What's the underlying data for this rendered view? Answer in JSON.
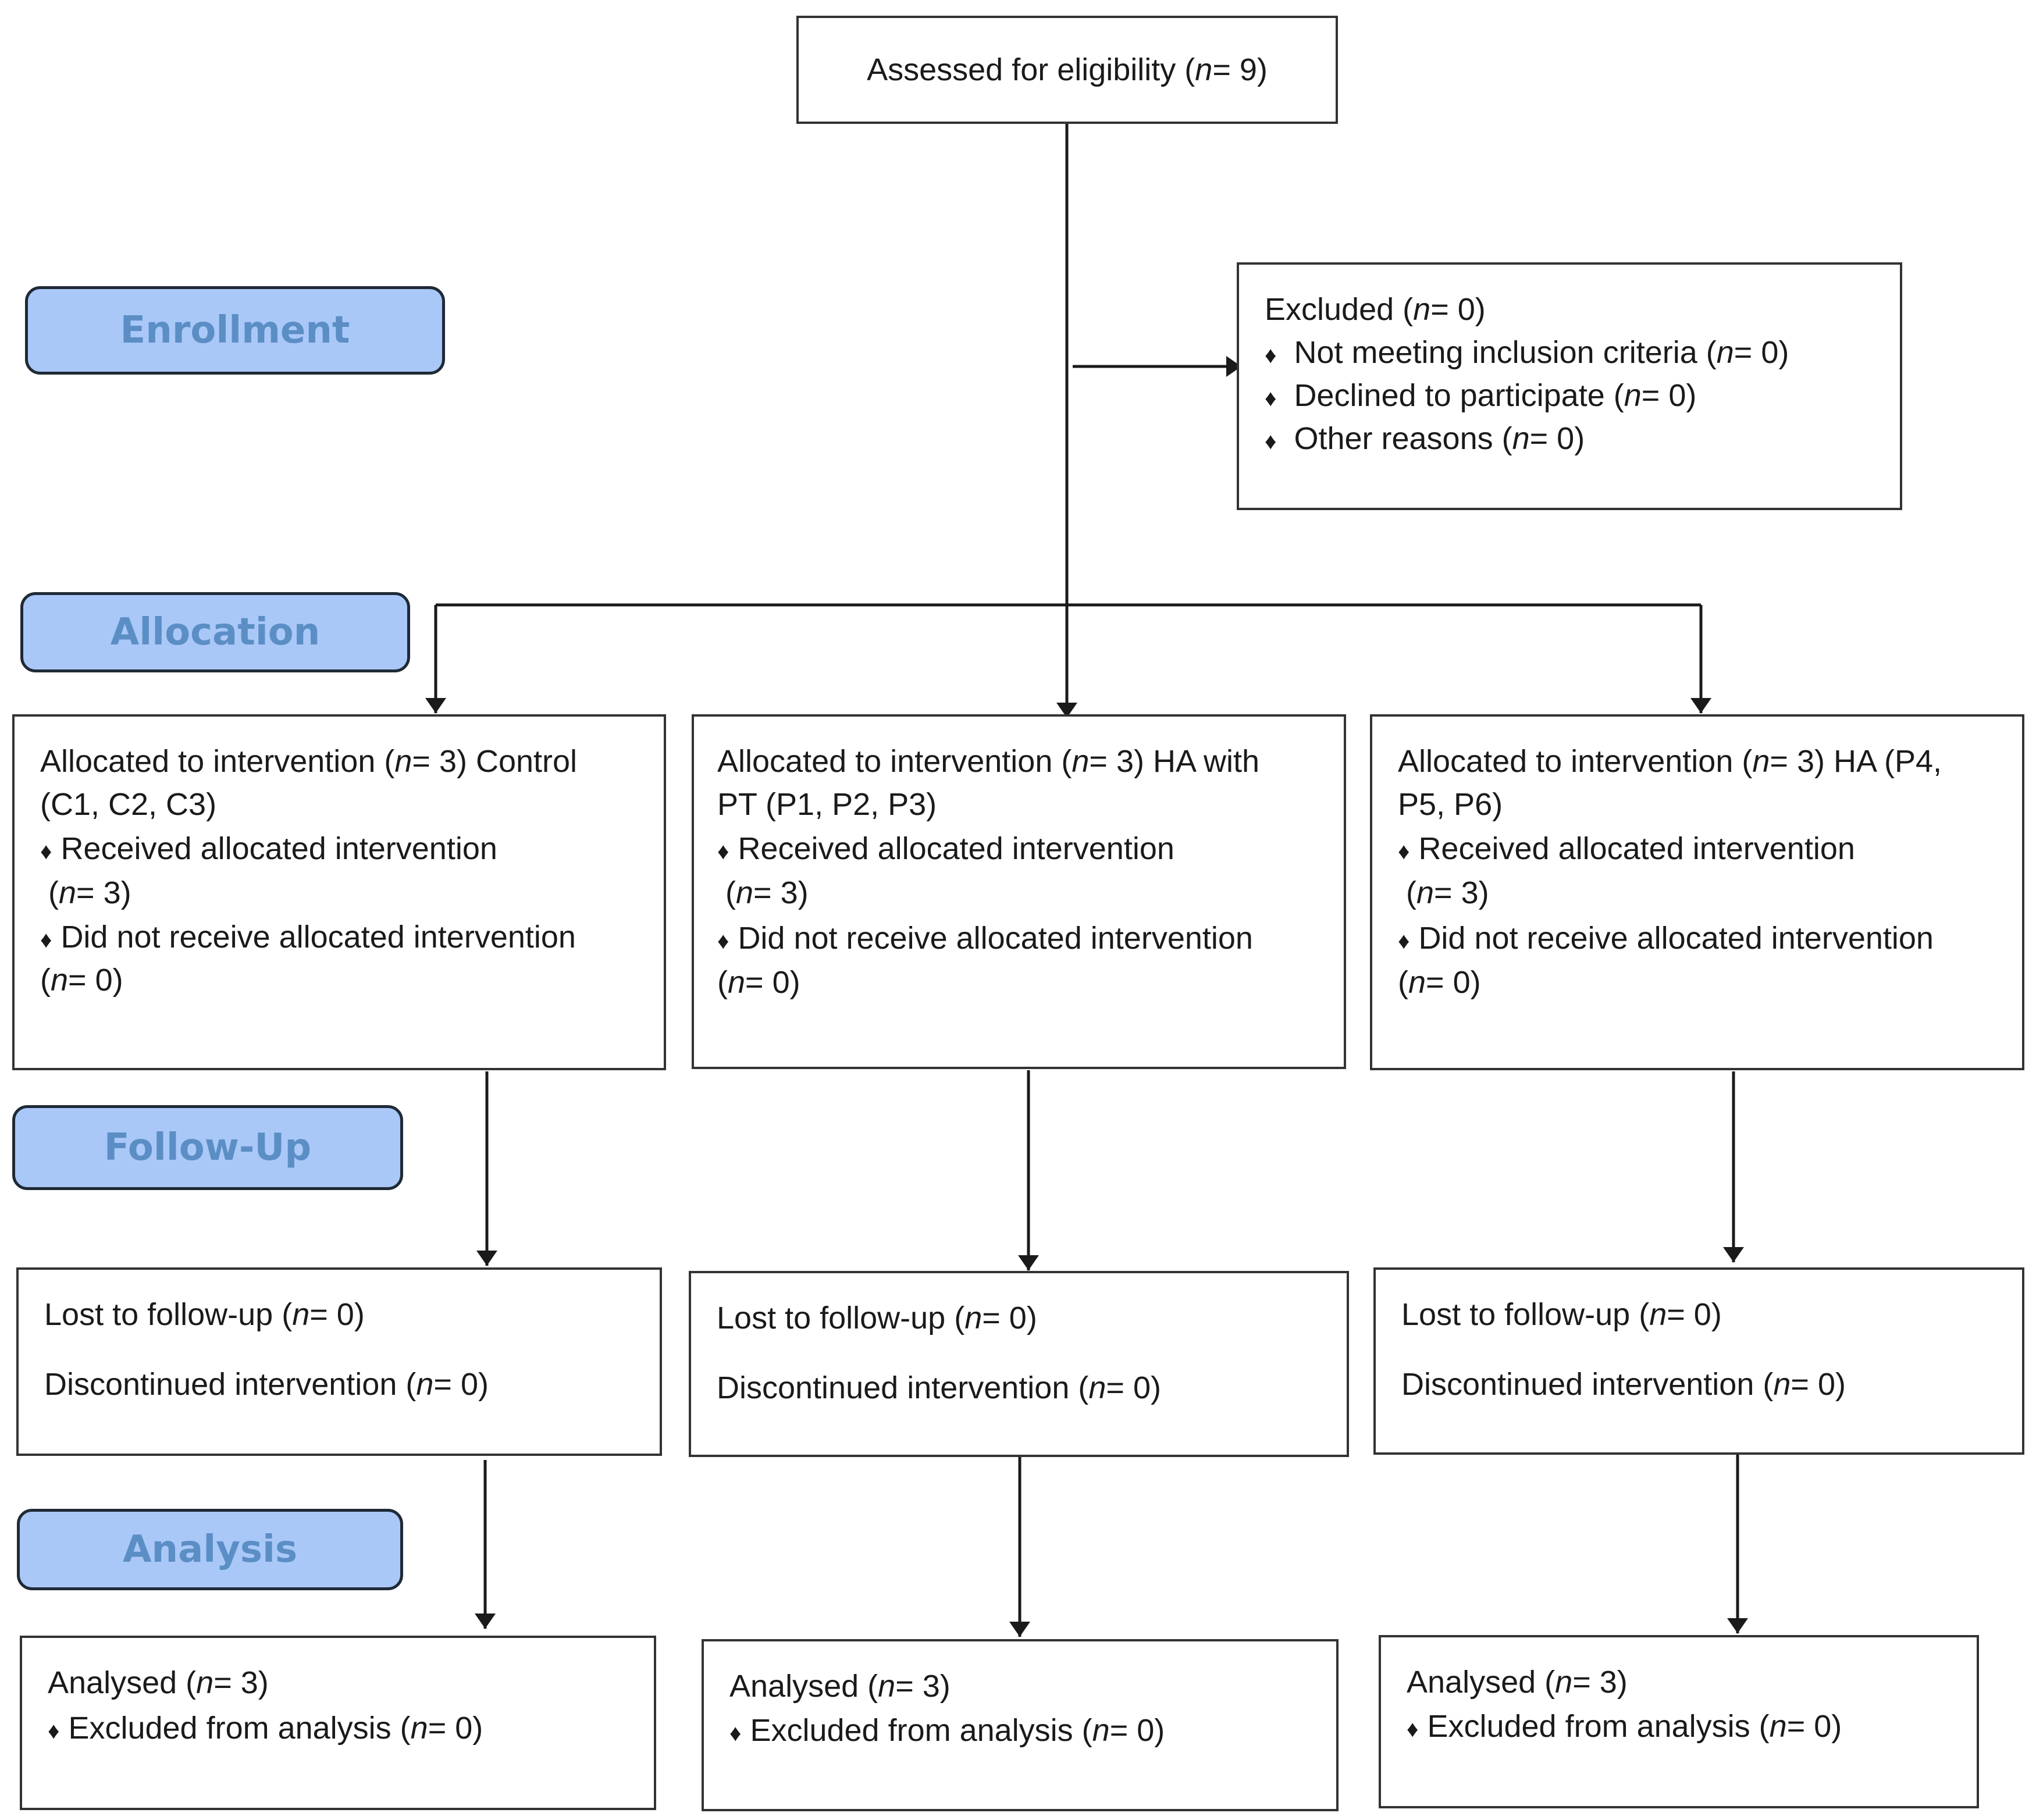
{
  "colors": {
    "phase_fill": "#a9c8f8",
    "phase_text": "#5b8ec4",
    "phase_border": "#1f2a36",
    "line": "#1a1a1a"
  },
  "icons": {
    "bullet": "diamond-bullet-icon",
    "arrow": "arrowhead-icon"
  },
  "phases": {
    "enrollment": "Enrollment",
    "allocation": "Allocation",
    "followup": "Follow-Up",
    "analysis": "Analysis"
  },
  "assessed": {
    "prefix": "Assessed for eligibility (",
    "n_label": "n",
    "suffix": "= 9)"
  },
  "excluded": {
    "title_prefix": "Excluded  (",
    "title_n": "n",
    "title_suffix": "= 0)",
    "bullet_char": "♦",
    "items": [
      {
        "prefix": "Not meeting inclusion criteria (",
        "n": "n",
        "suffix": "= 0)"
      },
      {
        "prefix": "Declined to participate (",
        "n": "n",
        "suffix": "= 0)"
      },
      {
        "prefix": "Other reasons (",
        "n": "n",
        "suffix": "= 0)"
      }
    ]
  },
  "arms": [
    {
      "alloc": {
        "l1_prefix": "Allocated to intervention (",
        "l1_n": "n",
        "l1_suffix": "= 3) Control",
        "l2": "(C1, C2, C3)",
        "received": "Received allocated intervention",
        "received_open": "(",
        "received_n": "n",
        "received_close": "= 3)",
        "not_received": "Did not receive allocated intervention",
        "not_open": "(",
        "not_n": "n",
        "not_close": "= 0)"
      },
      "followup": {
        "lost_prefix": "Lost to follow-up (",
        "lost_n": "n",
        "lost_suffix": "= 0)",
        "disc_prefix": "Discontinued intervention (",
        "disc_n": "n",
        "disc_suffix": "= 0)"
      },
      "analysis": {
        "a_prefix": "Analysed  (",
        "a_n": "n",
        "a_suffix": "= 3)",
        "e_prefix": "Excluded from analysis (",
        "e_n": "n",
        "e_suffix": "= 0)"
      }
    },
    {
      "alloc": {
        "l1_prefix": "Allocated to intervention (",
        "l1_n": "n",
        "l1_suffix": "= 3) HA with",
        "l2": "PT (P1, P2, P3)",
        "received": "Received allocated intervention",
        "received_open": "(",
        "received_n": "n",
        "received_close": "= 3)",
        "not_received": "Did not receive allocated intervention",
        "not_open": "(",
        "not_n": "n",
        "not_close": "= 0)"
      },
      "followup": {
        "lost_prefix": "Lost to follow-up (",
        "lost_n": "n",
        "lost_suffix": "= 0)",
        "disc_prefix": "Discontinued intervention (",
        "disc_n": "n",
        "disc_suffix": "= 0)"
      },
      "analysis": {
        "a_prefix": "Analysed  (",
        "a_n": "n",
        "a_suffix": "= 3)",
        "e_prefix": "Excluded from analysis (",
        "e_n": "n",
        "e_suffix": "= 0)"
      }
    },
    {
      "alloc": {
        "l1_prefix": "Allocated to intervention (",
        "l1_n": "n",
        "l1_suffix": "= 3) HA (P4,",
        "l2": "P5, P6)",
        "received": "Received allocated intervention",
        "received_open": "(",
        "received_n": "n",
        "received_close": "= 3)",
        "not_received": "Did not receive allocated intervention",
        "not_open": "(",
        "not_n": "n",
        "not_close": "= 0)"
      },
      "followup": {
        "lost_prefix": "Lost to follow-up (",
        "lost_n": "n",
        "lost_suffix": "= 0)",
        "disc_prefix": "Discontinued intervention (",
        "disc_n": "n",
        "disc_suffix": "= 0)"
      },
      "analysis": {
        "a_prefix": "Analysed  (",
        "a_n": "n",
        "a_suffix": "= 3)",
        "e_prefix": "Excluded from analysis (",
        "e_n": "n",
        "e_suffix": "= 0)"
      }
    }
  ]
}
